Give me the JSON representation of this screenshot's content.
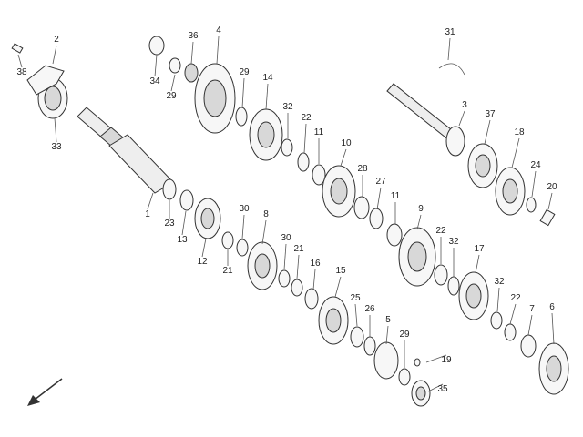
{
  "diagram": {
    "callouts": [
      "1",
      "2",
      "3",
      "4",
      "5",
      "6",
      "7",
      "8",
      "9",
      "10",
      "11",
      "11",
      "12",
      "13",
      "14",
      "15",
      "16",
      "17",
      "18",
      "19",
      "20",
      "21",
      "21",
      "22",
      "22",
      "22",
      "23",
      "24",
      "25",
      "26",
      "27",
      "28",
      "29",
      "29",
      "29",
      "30",
      "30",
      "31",
      "32",
      "32",
      "32",
      "33",
      "34",
      "35",
      "36",
      "37",
      "38"
    ],
    "direction_arrow": "front-arrow-icon"
  }
}
